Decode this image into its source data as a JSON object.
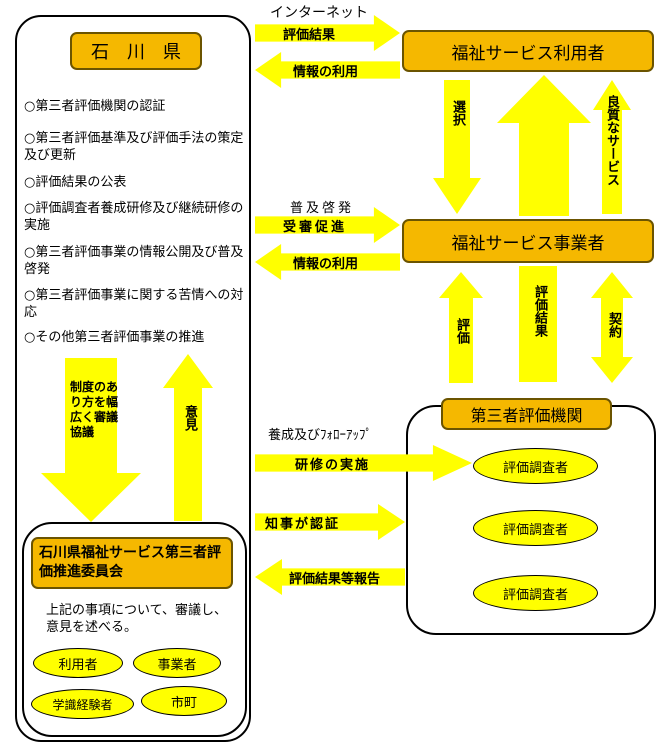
{
  "prefecture": {
    "title": "石　川　県",
    "items": [
      "○第三者評価機関の認証",
      "○第三者評価基準及び評価手法の策定及び更新",
      "○評価結果の公表",
      "○評価調査者養成研修及び継続研修の実施",
      "○第三者評価事業の情報公開及び普及啓発",
      "○第三者評価事業に関する苦情への対応",
      "○その他第三者評価事業の推進"
    ]
  },
  "committee": {
    "title": "石川県福祉サービス第三者評価推進委員会",
    "description": "上記の事項について、審議し、意見を述べる。",
    "members": [
      "利用者",
      "事業者",
      "学識経験者",
      "市町"
    ]
  },
  "users": {
    "title": "福祉サービス利用者"
  },
  "providers": {
    "title": "福祉サービス事業者"
  },
  "agency": {
    "title": "第三者評価機関",
    "evaluators": [
      "評価調査者",
      "評価調査者",
      "評価調査者"
    ]
  },
  "arrows": {
    "internet": "インターネット",
    "results_publish": "評価結果",
    "info_use_users": "情報の利用",
    "dissemination": "普及啓発",
    "promote_consult": "受審促進",
    "info_use_providers": "情報の利用",
    "training_followup": "養成及びﾌｫﾛｰｱｯﾌﾟ",
    "training": "研修の実施",
    "certification": "知事が認証",
    "report": "評価結果等報告",
    "select": "選択",
    "good_service": "良質なサービス",
    "evaluation": "評価",
    "eval_results": "評価結果",
    "contract": "契約",
    "institution_review": "制度のあり方を幅広く審議協議",
    "opinion": "意見"
  }
}
